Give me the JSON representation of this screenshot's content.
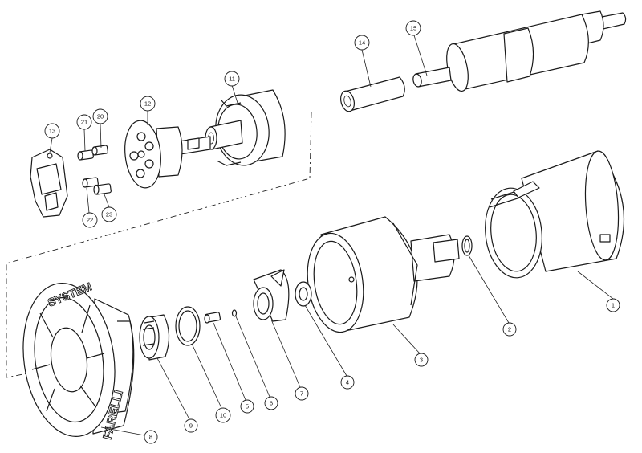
{
  "drawing": {
    "brand_text": "FARELLI",
    "system_text": "SYSTEM"
  },
  "callouts": [
    {
      "id": "part-1",
      "label": "1"
    },
    {
      "id": "part-2",
      "label": "2"
    },
    {
      "id": "part-3",
      "label": "3"
    },
    {
      "id": "part-4",
      "label": "4"
    },
    {
      "id": "part-5",
      "label": "5"
    },
    {
      "id": "part-6",
      "label": "6"
    },
    {
      "id": "part-7",
      "label": "7"
    },
    {
      "id": "part-8",
      "label": "8"
    },
    {
      "id": "part-9",
      "label": "9"
    },
    {
      "id": "part-10",
      "label": "10"
    },
    {
      "id": "part-11",
      "label": "11"
    },
    {
      "id": "part-12",
      "label": "12"
    },
    {
      "id": "part-13",
      "label": "13"
    },
    {
      "id": "part-14",
      "label": "14"
    },
    {
      "id": "part-15",
      "label": "15"
    },
    {
      "id": "part-20",
      "label": "20"
    },
    {
      "id": "part-21",
      "label": "21"
    },
    {
      "id": "part-22",
      "label": "22"
    },
    {
      "id": "part-23",
      "label": "23"
    }
  ]
}
